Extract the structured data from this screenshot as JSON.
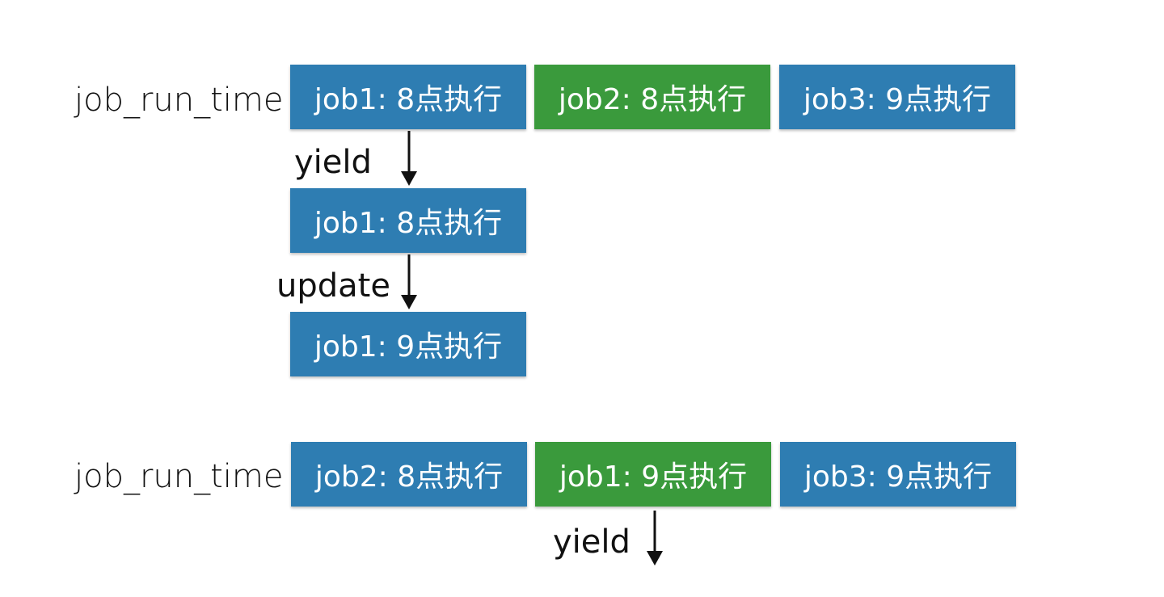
{
  "top_row": {
    "label": "job_run_time",
    "boxes": [
      {
        "text": "job1: 8点执行",
        "color": "blue"
      },
      {
        "text": "job2: 8点执行",
        "color": "green"
      },
      {
        "text": "job3: 9点执行",
        "color": "blue"
      }
    ]
  },
  "flow": {
    "step1_label": "yield",
    "box1": "job1: 8点执行",
    "step2_label": "update",
    "box2": "job1: 9点执行"
  },
  "bottom_row": {
    "label": "job_run_time",
    "boxes": [
      {
        "text": "job2: 8点执行",
        "color": "blue"
      },
      {
        "text": "job1: 9点执行",
        "color": "green"
      },
      {
        "text": "job3: 9点执行",
        "color": "blue"
      }
    ],
    "step_label": "yield"
  },
  "colors": {
    "blue": "#2e7db2",
    "green": "#3a9a3c"
  }
}
